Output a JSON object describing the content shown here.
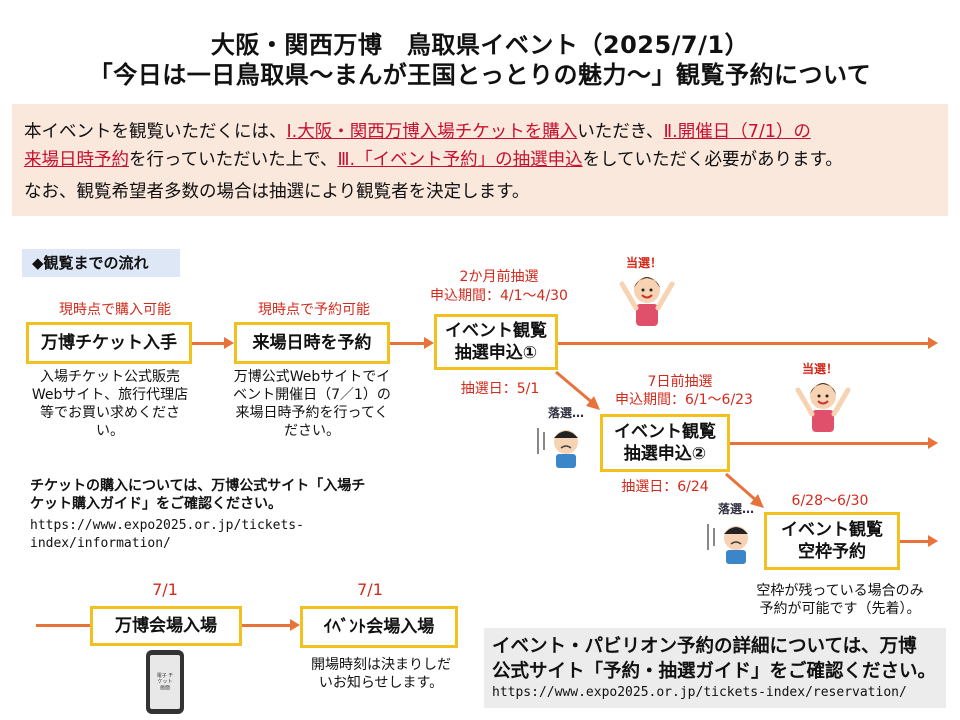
{
  "header": {
    "title_line1": "大阪・関西万博　鳥取県イベント（2025/7/1）",
    "title_line2": "「今日は一日鳥取県～まんが王国とっとりの魅力～」観覧予約について"
  },
  "intro": {
    "p1_a": "本イベントを観覧いただくには、",
    "p1_b": "Ⅰ.大阪・関西万博入場チケットを購入",
    "p1_c": "いただき、",
    "p1_d": "Ⅱ.開催日（7/1）の",
    "p1_e": "来場日時予約",
    "p1_f": "を行っていただいた上で、",
    "p1_g": "Ⅲ.「イベント予約」の抽選申込",
    "p1_h": "をしていただく必要があります。",
    "p2": "なお、観覧希望者多数の場合は抽選により観覧者を決定します。"
  },
  "flow": {
    "label": "◆観覧までの流れ",
    "step1": {
      "status": "現時点で購入可能",
      "title": "万博チケット入手",
      "note": "入場チケット公式販売Webサイト、旅行代理店等でお買い求めください。"
    },
    "step2": {
      "status": "現時点で予約可能",
      "title": "来場日時を予約",
      "note": "万博公式Webサイトでイベント開催日（7／1）の来場日時予約を行ってください。"
    },
    "lottery1": {
      "heading": "2か月前抽選",
      "period": "申込期間：4/1～4/30",
      "title_l1": "イベント観覧",
      "title_l2": "抽選申込①",
      "result": "抽選日：5/1"
    },
    "lottery2": {
      "heading": "7日前抽選",
      "period": "申込期間：6/1～6/23",
      "title_l1": "イベント観覧",
      "title_l2": "抽選申込②",
      "result": "抽選日：6/24"
    },
    "vacancy": {
      "period": "6/28～6/30",
      "title_l1": "イベント観覧",
      "title_l2": "空枠予約",
      "note_l1": "空枠が残っている場合のみ",
      "note_l2": "予約が可能です（先着）。"
    },
    "win_label": "当選！",
    "lose_label": "落選…"
  },
  "ticket_info": {
    "text_l1": "チケットの購入については、万博公式サイト「入場チ",
    "text_l2": "ケット購入ガイド」をご確認ください。",
    "url_l1": "https://www.expo2025.or.jp/tickets-",
    "url_l2": "index/information/"
  },
  "day": {
    "date1": "7/1",
    "box1": "万博会場入場",
    "date2": "7/1",
    "box2": "ｲﾍﾞﾝﾄ会場入場",
    "note_l1": "開場時刻は決まりしだ",
    "note_l2": "いお知らせします。",
    "phone_text": "電子 チケット 画面"
  },
  "guide": {
    "line1": "イベント・パビリオン予約の詳細については、万博",
    "line2": "公式サイト「予約・抽選ガイド」をご確認ください。",
    "url": "https://www.expo2025.or.jp/tickets-index/reservation/"
  },
  "colors": {
    "accent_red": "#d42a1c",
    "box_border": "#f2c11f",
    "arrow": "#e8733a",
    "intro_bg": "#fbe8dd",
    "label_bg": "#dde7f5"
  }
}
